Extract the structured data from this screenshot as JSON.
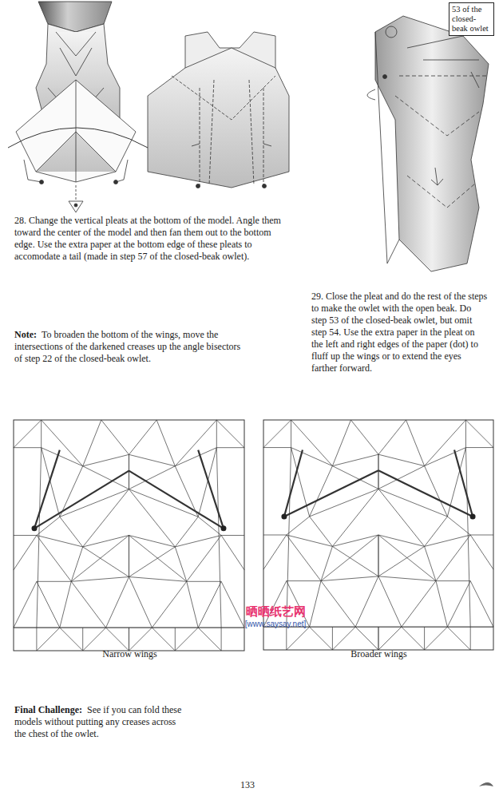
{
  "diagram": {
    "nodes": [
      {
        "text": [
          "53 of the closed-beak owlet"
        ]
      }
    ],
    "labels": [
      "28.  Change the vertical pleats at the bottom of the model. Angle them toward the center of the model and then fan them out to the bottom edge.  Use the extra paper at the bottom edge of these pleats to accomodate a tail (made in step 57 of the closed-beak owlet).",
      "29.  Close the pleat and do the rest of the steps to make the owlet with the open beak. Do step 53 of the closed-beak owlet, but omit  step 54.  Use the extra paper in the pleat on the left and right edges of the paper (dot) to fluff up the wings or to extend the eyes farther forward.",
      "Note:",
      "To broaden the bottom of the wings, move the intersections of the darkened creases up the angle bisectors of step 22 of the closed-beak owlet.",
      "Narrow wings",
      "Broader wings",
      "Final Challenge:",
      "See if you can fold these models without putting any creases across the chest of the owlet.",
      "晒晒纸艺网",
      "[www.saysay.net]",
      "133"
    ]
  }
}
